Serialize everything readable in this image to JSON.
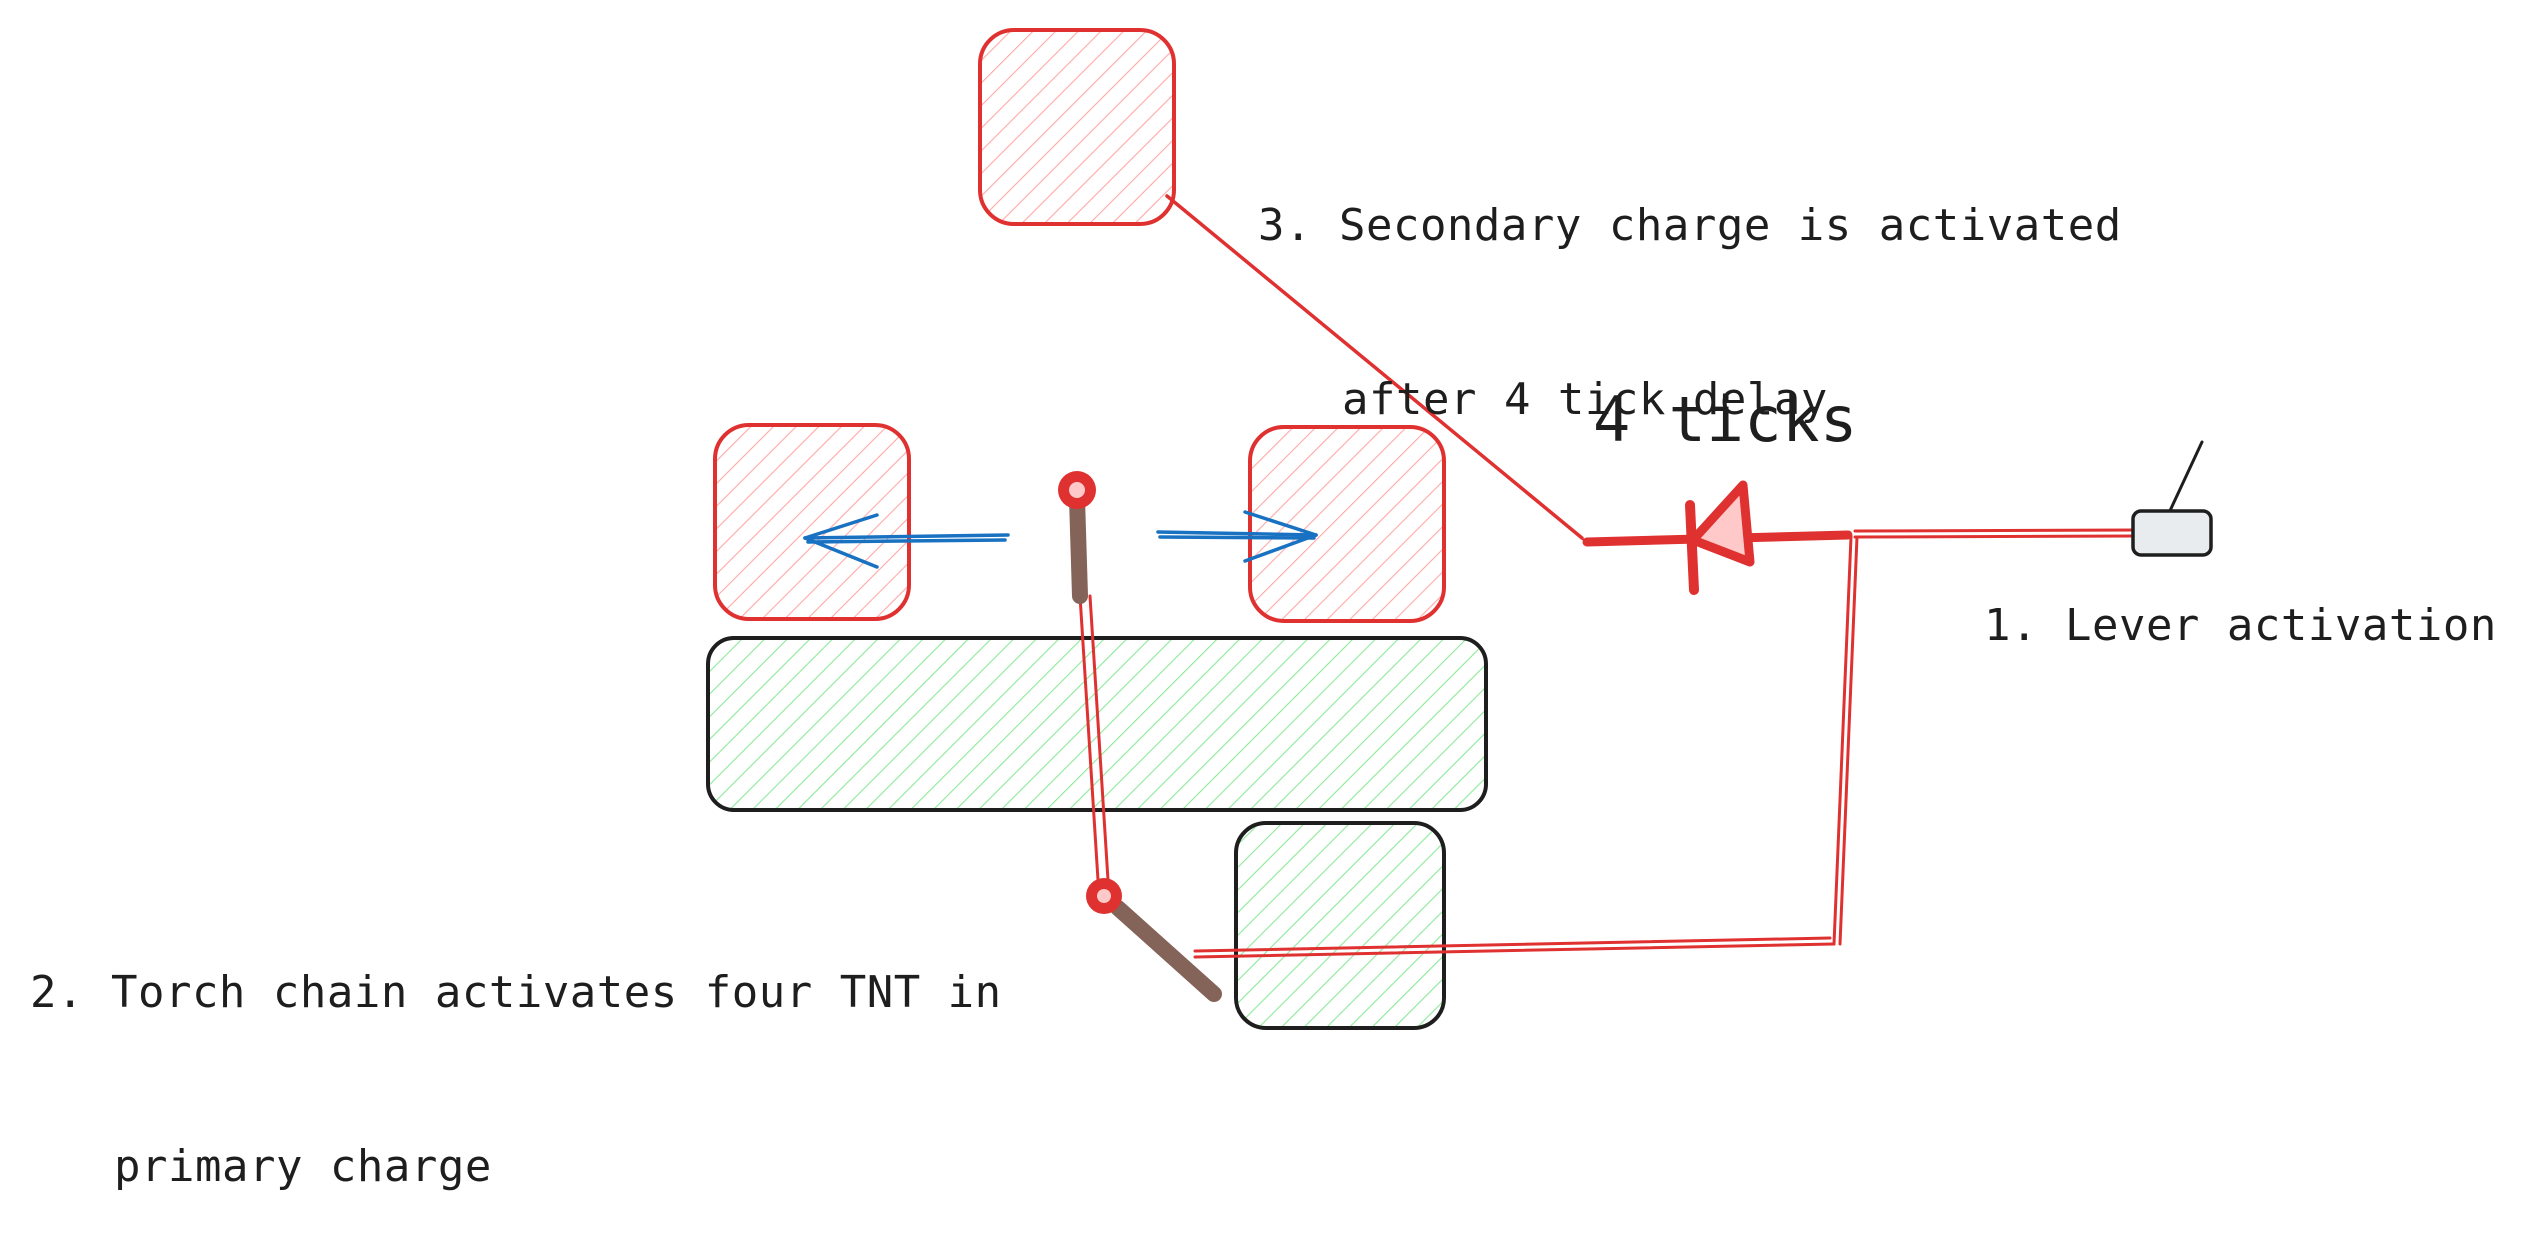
{
  "labels": {
    "step1": "1. Lever activation",
    "step2_line1": "2. Torch chain activates four TNT in",
    "step2_line2": "primary charge",
    "step3_line1": "3. Secondary charge is activated",
    "step3_line2": "after 4 tick delay",
    "delay": "4 ticks"
  },
  "colors": {
    "wire": "#e03131",
    "tnt_fill": "#ffc9c9",
    "block_fill": "#b2f2bb",
    "block_stroke": "#1e1e1e",
    "torch_stick": "#846358",
    "arrow": "#1971c2",
    "lever_base": "#e9ecef"
  }
}
